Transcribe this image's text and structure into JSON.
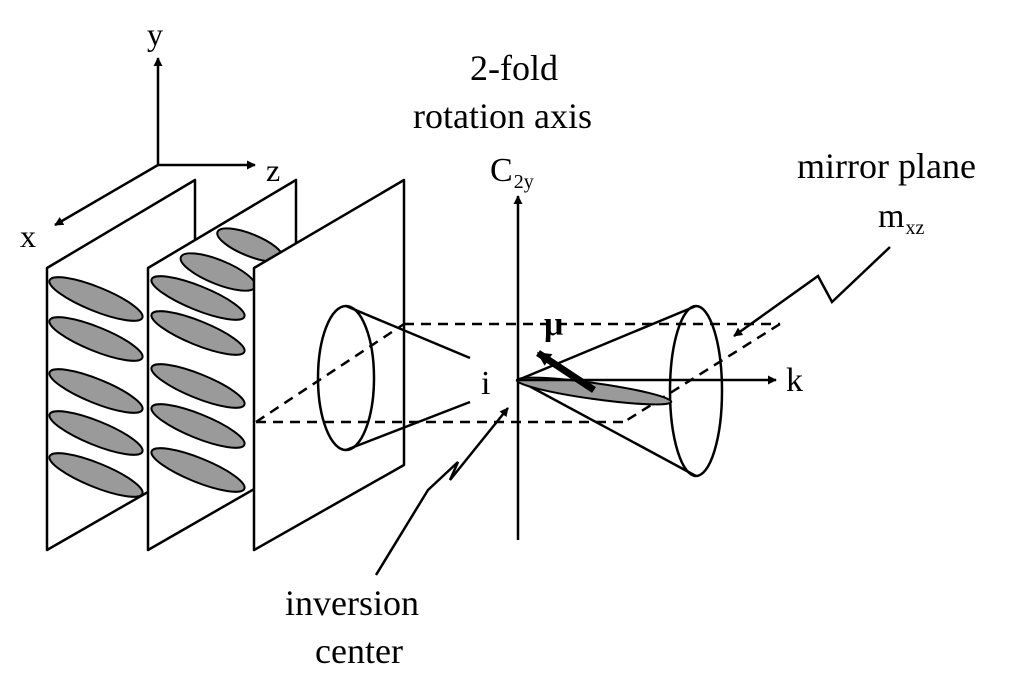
{
  "axes": {
    "x": "x",
    "y": "y",
    "z": "z",
    "k": "k"
  },
  "rotation_axis": {
    "line1": "2-fold",
    "line2": "rotation axis",
    "symbol": "C",
    "subscript": "2y"
  },
  "mirror_plane": {
    "label": "mirror plane",
    "symbol": "m",
    "subscript": "xz"
  },
  "inversion": {
    "symbol": "i",
    "line1": "inversion",
    "line2": "center"
  },
  "dipole": {
    "symbol": "μ"
  },
  "colors": {
    "ink": "#000000",
    "ellipse_fill": "#9a9a9a",
    "background": "#ffffff"
  }
}
